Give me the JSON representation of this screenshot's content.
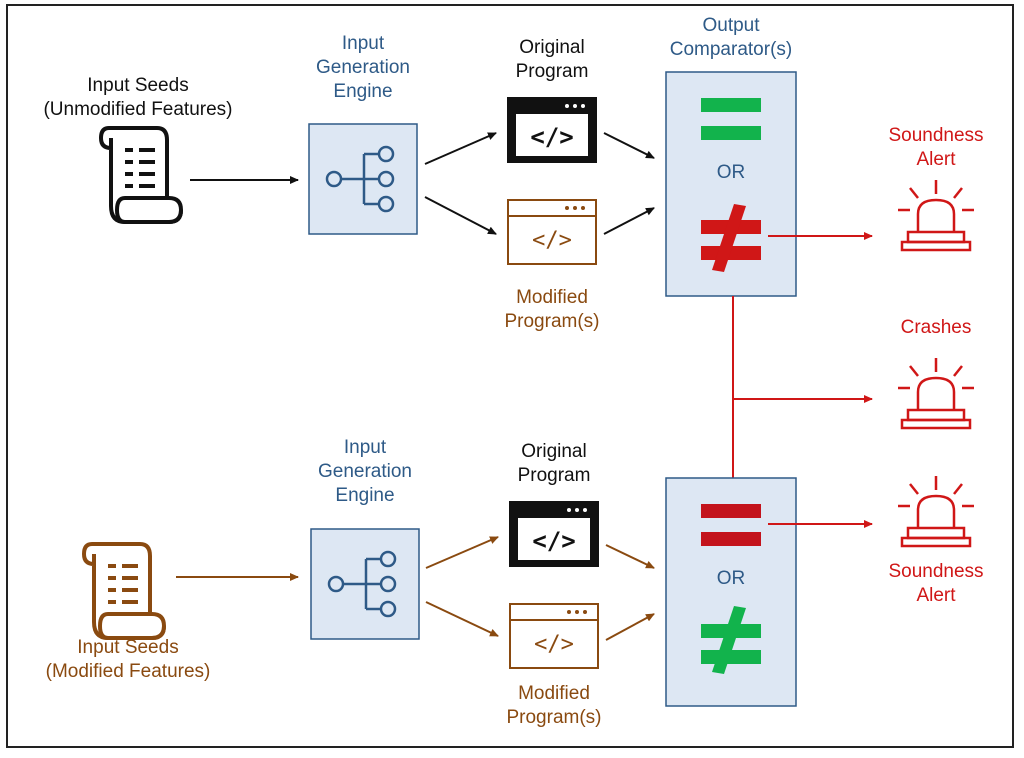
{
  "top_pipeline": {
    "seeds_label": "Input Seeds\n(Unmodified Features)",
    "engine_label": "Input\nGeneration\nEngine",
    "original_label": "Original\nProgram",
    "modified_label": "Modified\nProgram(s)",
    "comparator_label": "Output\nComparator(s)",
    "or_label": "OR",
    "alert_label": "Soundness\nAlert"
  },
  "middle": {
    "crashes_label": "Crashes"
  },
  "bottom_pipeline": {
    "seeds_label": "Input Seeds\n(Modified Features)",
    "engine_label": "Input\nGeneration\nEngine",
    "original_label": "Original\nProgram",
    "modified_label": "Modified\nProgram(s)",
    "or_label": "OR",
    "alert_label": "Soundness\nAlert"
  },
  "colors": {
    "blue_text": "#2e5a87",
    "box_fill": "#dde7f3",
    "brown": "#8a4a10",
    "red": "#d01717",
    "green": "#12b34c",
    "black": "#111111"
  },
  "icons": {
    "seeds": "scroll-document-icon",
    "engine": "branch-tree-icon",
    "program": "code-window-icon",
    "equal": "equals-sign-icon",
    "not_equal": "not-equal-sign-icon",
    "alert": "siren-alarm-icon"
  }
}
